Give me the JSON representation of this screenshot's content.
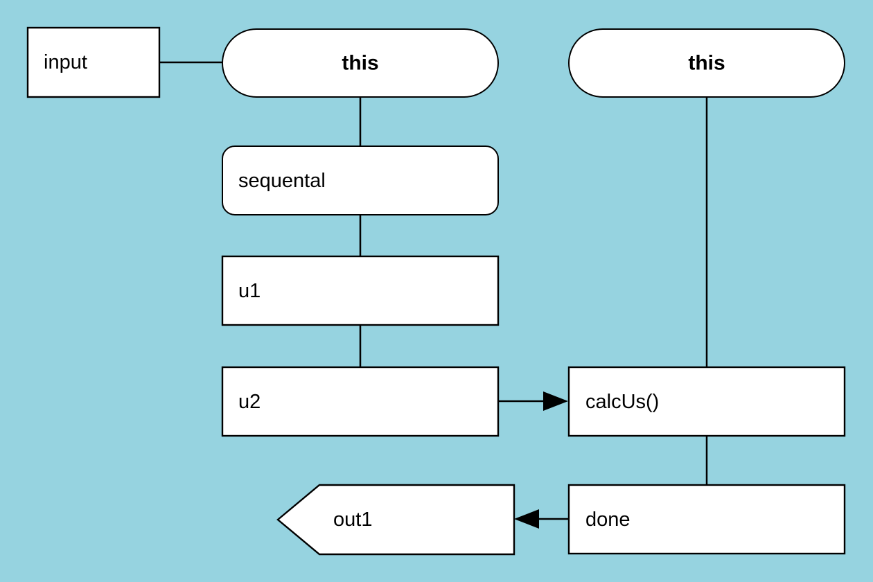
{
  "diagram": {
    "type": "flowchart",
    "colors": {
      "background": "#96d3e0",
      "node_fill": "#ffffff",
      "node_stroke": "#000000",
      "connector": "#000000",
      "text": "#000000"
    },
    "nodes": {
      "input": {
        "label": "input",
        "shape": "rectangle"
      },
      "this_left": {
        "label": "this",
        "shape": "pill"
      },
      "this_right": {
        "label": "this",
        "shape": "pill"
      },
      "sequental": {
        "label": "sequental",
        "shape": "rounded-rectangle"
      },
      "u1": {
        "label": "u1",
        "shape": "rectangle"
      },
      "u2": {
        "label": "u2",
        "shape": "rectangle"
      },
      "calcus": {
        "label": "calcUs()",
        "shape": "rectangle"
      },
      "done": {
        "label": "done",
        "shape": "rectangle"
      },
      "out1": {
        "label": "out1",
        "shape": "left-point-tag"
      }
    },
    "edges": [
      {
        "from": "input",
        "to": "this_left",
        "arrow": "none"
      },
      {
        "from": "this_left",
        "to": "sequental",
        "arrow": "none"
      },
      {
        "from": "sequental",
        "to": "u1",
        "arrow": "none"
      },
      {
        "from": "u1",
        "to": "u2",
        "arrow": "none"
      },
      {
        "from": "u2",
        "to": "calcus",
        "arrow": "solid-triangle-right"
      },
      {
        "from": "this_right",
        "to": "calcus",
        "arrow": "none"
      },
      {
        "from": "calcus",
        "to": "done",
        "arrow": "none"
      },
      {
        "from": "done",
        "to": "out1",
        "arrow": "solid-triangle-left"
      }
    ]
  }
}
